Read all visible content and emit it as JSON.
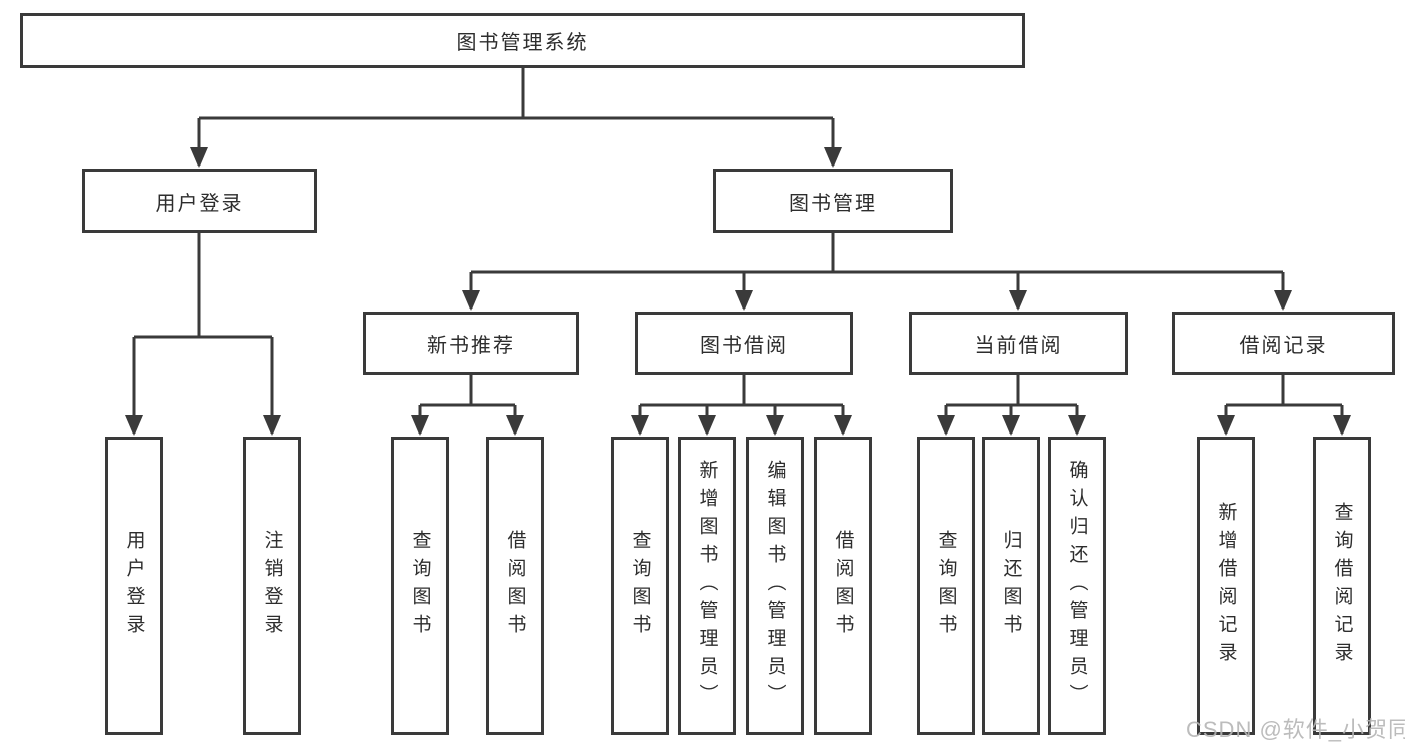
{
  "diagram_title": "图书管理系统",
  "tree": {
    "root": {
      "label": "图书管理系统",
      "children": [
        {
          "label": "用户登录",
          "children": [
            {
              "label": "用户登录"
            },
            {
              "label": "注销登录"
            }
          ]
        },
        {
          "label": "图书管理",
          "children": [
            {
              "label": "新书推荐",
              "children": [
                {
                  "label": "查询图书"
                },
                {
                  "label": "借阅图书"
                }
              ]
            },
            {
              "label": "图书借阅",
              "children": [
                {
                  "label": "查询图书"
                },
                {
                  "label": "新增图书（管理员）"
                },
                {
                  "label": "编辑图书（管理员）"
                },
                {
                  "label": "借阅图书"
                }
              ]
            },
            {
              "label": "当前借阅",
              "children": [
                {
                  "label": "查询图书"
                },
                {
                  "label": "归还图书"
                },
                {
                  "label": "确认归还（管理员）"
                }
              ]
            },
            {
              "label": "借阅记录",
              "children": [
                {
                  "label": "新增借阅记录"
                },
                {
                  "label": "查询借阅记录"
                }
              ]
            }
          ]
        }
      ]
    }
  },
  "watermark": {
    "text": "CSDN @软件_小贺同学"
  },
  "colors": {
    "line": "#3a3a3a",
    "border": "#3a3a3a",
    "text": "#2d2d2d",
    "watermark": "#b5b5b5",
    "background": "#ffffff"
  }
}
